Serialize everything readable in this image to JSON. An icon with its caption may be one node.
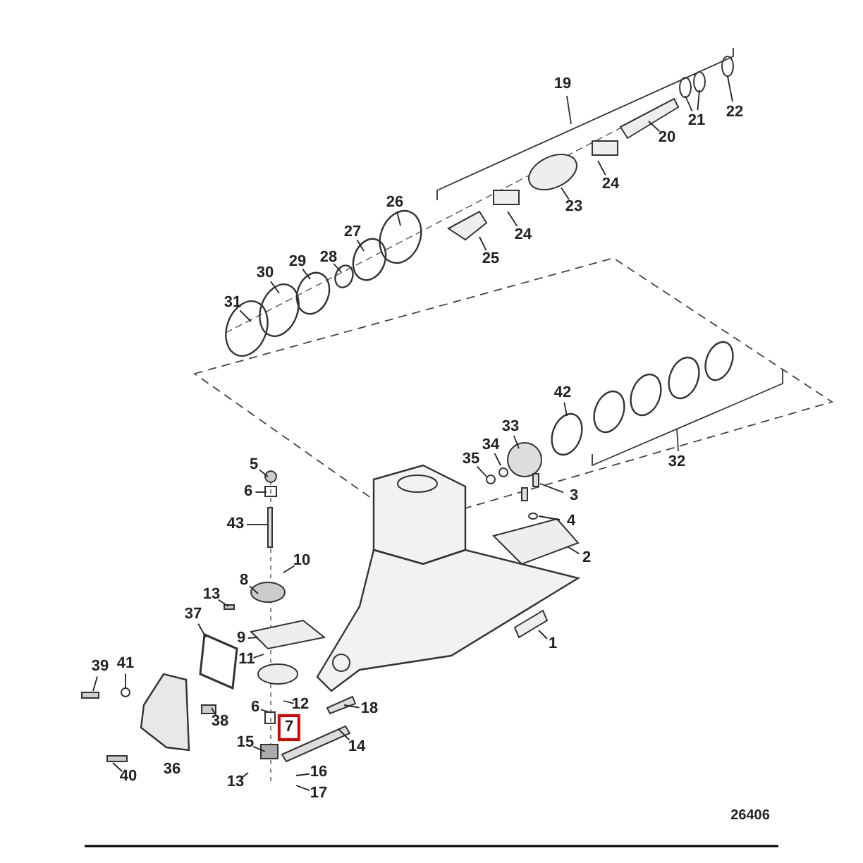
{
  "diagram": {
    "nodes": [
      {
        "text": [
          "22"
        ]
      },
      {
        "text": [
          "21"
        ]
      },
      {
        "text": [
          "20"
        ]
      },
      {
        "text": [
          "24"
        ]
      },
      {
        "text": [
          "23"
        ]
      },
      {
        "text": [
          "26"
        ]
      },
      {
        "text": [
          "24"
        ]
      },
      {
        "text": [
          "27"
        ]
      },
      {
        "text": [
          "25"
        ]
      },
      {
        "text": [
          "28"
        ]
      },
      {
        "text": [
          "29"
        ]
      },
      {
        "text": [
          "30"
        ]
      },
      {
        "text": [
          "31"
        ]
      },
      {
        "text": [
          "42"
        ]
      },
      {
        "text": [
          "33"
        ]
      },
      {
        "text": [
          "34"
        ]
      },
      {
        "text": [
          "35"
        ]
      },
      {
        "text": [
          "5"
        ]
      },
      {
        "text": [
          "6"
        ]
      },
      {
        "text": [
          "3"
        ]
      },
      {
        "text": [
          "4"
        ]
      },
      {
        "text": [
          "43"
        ]
      },
      {
        "text": [
          "10"
        ]
      },
      {
        "text": [
          "2"
        ]
      },
      {
        "text": [
          "8"
        ]
      },
      {
        "text": [
          "13"
        ]
      },
      {
        "text": [
          "37"
        ]
      },
      {
        "text": [
          "9"
        ]
      },
      {
        "text": [
          "1"
        ]
      },
      {
        "text": [
          "11"
        ]
      },
      {
        "text": [
          "39"
        ]
      },
      {
        "text": [
          "41"
        ]
      },
      {
        "text": [
          "12"
        ]
      },
      {
        "text": [
          "18"
        ]
      },
      {
        "text": [
          "6"
        ]
      },
      {
        "text": [
          "38"
        ]
      },
      {
        "text": [
          "7"
        ]
      },
      {
        "text": [
          "14"
        ]
      },
      {
        "text": [
          "15"
        ]
      },
      {
        "text": [
          "16"
        ]
      },
      {
        "text": [
          "13"
        ]
      },
      {
        "text": [
          "17"
        ]
      },
      {
        "text": [
          "40"
        ]
      }
    ],
    "edges": [
      {
        "from": 0,
        "to": null,
        "arrow": "none"
      },
      {
        "from": 1,
        "to": null,
        "arrow": "none"
      },
      {
        "from": 1,
        "to": null,
        "arrow": "none"
      },
      {
        "from": 2,
        "to": null,
        "arrow": "none"
      },
      {
        "from": 3,
        "to": null,
        "arrow": "none"
      },
      {
        "from": 4,
        "to": null,
        "arrow": "none"
      },
      {
        "from": 5,
        "to": null,
        "arrow": "none"
      },
      {
        "from": 6,
        "to": null,
        "arrow": "none"
      },
      {
        "from": 7,
        "to": null,
        "arrow": "none"
      },
      {
        "from": 8,
        "to": null,
        "arrow": "none"
      },
      {
        "from": 9,
        "to": null,
        "arrow": "none"
      },
      {
        "from": 10,
        "to": null,
        "arrow": "none"
      },
      {
        "from": 11,
        "to": null,
        "arrow": "none"
      },
      {
        "from": 12,
        "to": null,
        "arrow": "none"
      },
      {
        "from": 13,
        "to": null,
        "arrow": "none"
      },
      {
        "from": 14,
        "to": null,
        "arrow": "none"
      },
      {
        "from": 15,
        "to": null,
        "arrow": "none"
      },
      {
        "from": 16,
        "to": null,
        "arrow": "none"
      },
      {
        "from": 17,
        "to": null,
        "arrow": "none"
      },
      {
        "from": 18,
        "to": null,
        "arrow": "none"
      },
      {
        "from": 19,
        "to": null,
        "arrow": "none"
      },
      {
        "from": 20,
        "to": null,
        "arrow": "none"
      },
      {
        "from": 21,
        "to": null,
        "arrow": "none"
      },
      {
        "from": 22,
        "to": null,
        "arrow": "none"
      },
      {
        "from": 23,
        "to": null,
        "arrow": "none"
      },
      {
        "from": 24,
        "to": null,
        "arrow": "none"
      },
      {
        "from": 25,
        "to": null,
        "arrow": "none"
      },
      {
        "from": 26,
        "to": null,
        "arrow": "none"
      },
      {
        "from": 27,
        "to": null,
        "arrow": "none"
      },
      {
        "from": 28,
        "to": null,
        "arrow": "none"
      },
      {
        "from": 29,
        "to": null,
        "arrow": "none"
      },
      {
        "from": 30,
        "to": null,
        "arrow": "none"
      },
      {
        "from": 31,
        "to": null,
        "arrow": "none"
      },
      {
        "from": 32,
        "to": null,
        "arrow": "none"
      },
      {
        "from": 33,
        "to": null,
        "arrow": "none"
      },
      {
        "from": 34,
        "to": null,
        "arrow": "none"
      },
      {
        "from": 35,
        "to": null,
        "arrow": "none"
      },
      {
        "from": 37,
        "to": null,
        "arrow": "none"
      },
      {
        "from": 38,
        "to": null,
        "arrow": "none"
      },
      {
        "from": 39,
        "to": null,
        "arrow": "none"
      },
      {
        "from": 40,
        "to": null,
        "arrow": "none"
      },
      {
        "from": 41,
        "to": null,
        "arrow": "none"
      },
      {
        "from": 42,
        "to": null,
        "arrow": "none"
      }
    ],
    "labels": [
      "19",
      "32",
      "36",
      "26406"
    ]
  }
}
